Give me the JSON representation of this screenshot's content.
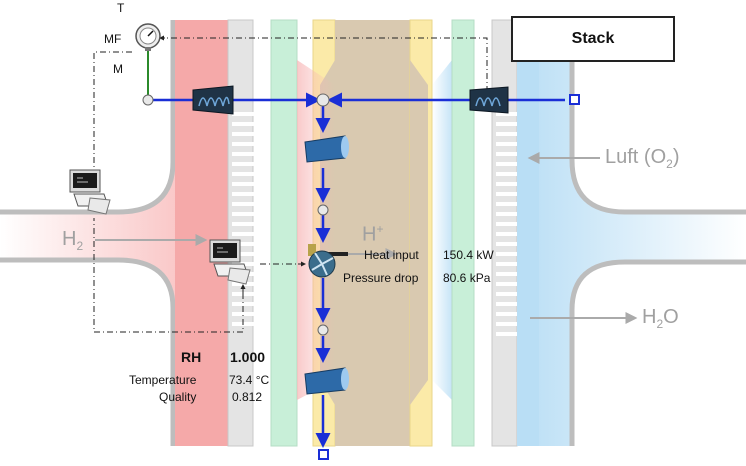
{
  "stack_label": "Stack",
  "gauge": {
    "t_label": "T",
    "mf_label": "MF",
    "m_label": "M"
  },
  "flows": {
    "hydrogen_label": "H",
    "hydrogen_sub": "2",
    "proton_label": "H",
    "proton_sup": "+",
    "air_label": "Luft (O",
    "air_sub": "2",
    "air_close": ")",
    "water_label": "H",
    "water_sub": "2",
    "water_tail": "O"
  },
  "readouts": {
    "heat_label": "Heat input",
    "heat_value": "150.4 kW",
    "pressure_label": "Pressure drop",
    "pressure_value": "80.6 kPa"
  },
  "state": {
    "rh_label": "RH",
    "rh_value": "1.000",
    "temp_label": "Temperature",
    "temp_value": "73.4 °C",
    "quality_label": "Quality",
    "quality_value": "0.812"
  },
  "colors": {
    "flow_line": "#1a2ed6",
    "anode_channel": "#f5a9a9",
    "cathode_channel": "#b9def5",
    "membrane": "#d9c9b0",
    "catalyst": "#fbeaa8",
    "gdl": "#c8efd8",
    "plate": "#e4e4e4"
  },
  "icons": [
    "pressure-gauge-icon",
    "pump-icon",
    "heat-exchanger-icon",
    "nozzle-icon",
    "turbine-icon",
    "computer-icon",
    "node-icon",
    "outlet-port-icon"
  ]
}
